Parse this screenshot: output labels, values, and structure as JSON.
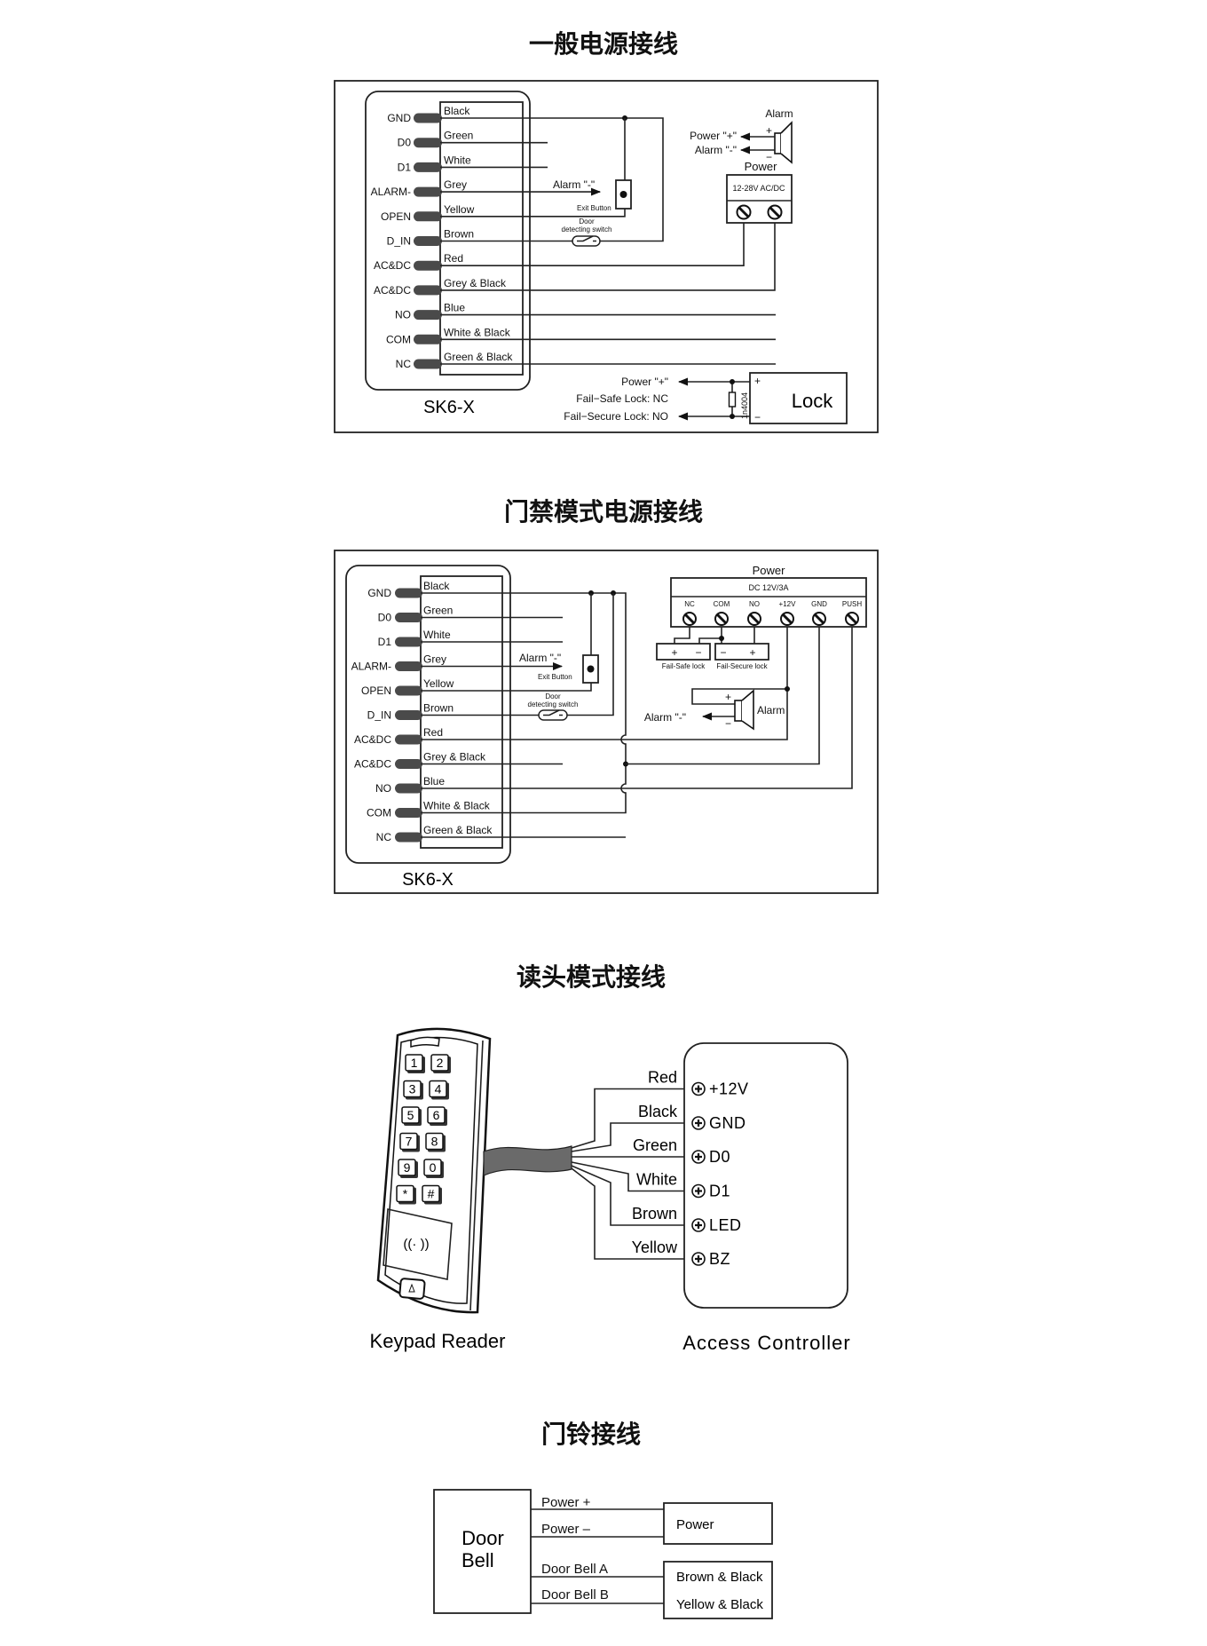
{
  "titles": [
    "一般电源接线",
    "门禁模式电源接线",
    "读头模式接线",
    "门铃接线"
  ],
  "pins": [
    {
      "pin": "GND",
      "wire": "Black"
    },
    {
      "pin": "D0",
      "wire": "Green"
    },
    {
      "pin": "D1",
      "wire": "White"
    },
    {
      "pin": "ALARM-",
      "wire": "Grey"
    },
    {
      "pin": "OPEN",
      "wire": "Yellow"
    },
    {
      "pin": "D_IN",
      "wire": "Brown"
    },
    {
      "pin": "AC&DC",
      "wire": "Red"
    },
    {
      "pin": "AC&DC",
      "wire": "Grey & Black"
    },
    {
      "pin": "NO",
      "wire": "Blue"
    },
    {
      "pin": "COM",
      "wire": "White & Black"
    },
    {
      "pin": "NC",
      "wire": "Green & Black"
    }
  ],
  "general": {
    "device": "SK6-X",
    "alarm_label": "Alarm",
    "power_plus": "Power \"+\"",
    "alarm_minus": "Alarm \"-\"",
    "plus": "+",
    "minus": "−",
    "power_label": "Power",
    "power_spec": "12-28V AC/DC",
    "grey_alarm": "Alarm \"-\"",
    "exit_button": "Exit Button",
    "door_switch_1": "Door",
    "door_switch_2": "detecting switch",
    "lock": "Lock",
    "lock_power": "Power \"+\"",
    "fail_safe": "Fail−Safe Lock: NC",
    "fail_secure": "Fail−Secure Lock: NO",
    "diode": "1n4004"
  },
  "access": {
    "device": "SK6-X",
    "power_label": "Power",
    "power_spec": "DC 12V/3A",
    "terminals": [
      "NC",
      "COM",
      "NO",
      "+12V",
      "GND",
      "PUSH"
    ],
    "fail_safe_lock": "Fail-Safe lock",
    "fail_secure_lock": "Fail-Secure lock",
    "plus": "+",
    "minus": "−",
    "alarm_label": "Alarm",
    "alarm_minus": "Alarm \"-\"",
    "grey_alarm": "Alarm \"-\"",
    "exit_button": "Exit Button",
    "door_switch_1": "Door",
    "door_switch_2": "detecting switch"
  },
  "reader": {
    "keys": [
      "1",
      "2",
      "3",
      "4",
      "5",
      "6",
      "7",
      "8",
      "9",
      "0",
      "*",
      "#"
    ],
    "rfid_symbol": "((· ))",
    "wires": [
      {
        "color": "Red",
        "terminal": "+12V"
      },
      {
        "color": "Black",
        "terminal": "GND"
      },
      {
        "color": "Green",
        "terminal": "D0"
      },
      {
        "color": "White",
        "terminal": "D1"
      },
      {
        "color": "Brown",
        "terminal": "LED"
      },
      {
        "color": "Yellow",
        "terminal": "BZ"
      }
    ],
    "keypad_label": "Keypad Reader",
    "controller_label": "Access Controller"
  },
  "doorbell": {
    "device_line1": "Door",
    "device_line2": "Bell",
    "wires": [
      "Power +",
      "Power –",
      "Door Bell  A",
      "Door Bell  B"
    ],
    "power_box": "Power",
    "bell_wire_a": "Brown & Black",
    "bell_wire_b": "Yellow & Black"
  }
}
